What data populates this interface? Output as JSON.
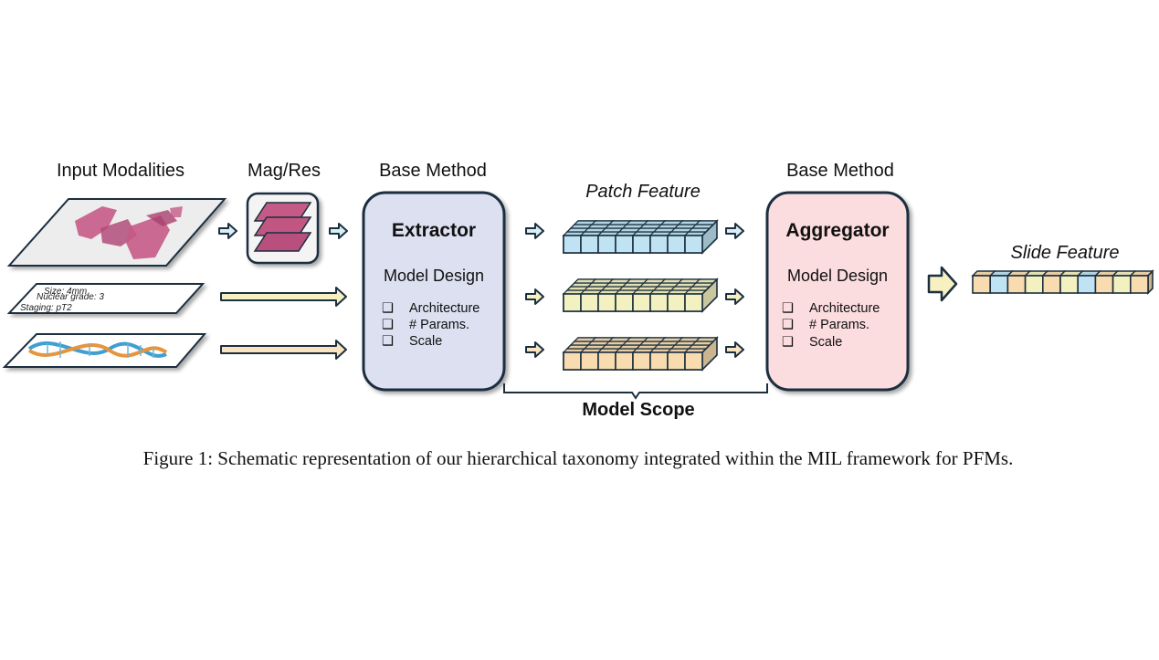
{
  "headers": {
    "input_modalities": "Input Modalities",
    "mag_res": "Mag/Res",
    "base_method_left": "Base Method",
    "base_method_right": "Base Method",
    "patch_feature": "Patch Feature",
    "slide_feature": "Slide Feature"
  },
  "metadata_card": {
    "line1": "Size: 4mm",
    "line2": "Nuclear grade: 3",
    "line3": "Staging: pT2"
  },
  "extractor": {
    "title": "Extractor",
    "design_label": "Model Design",
    "items": [
      "Architecture",
      "# Params.",
      "Scale"
    ],
    "checkbox": "❑"
  },
  "aggregator": {
    "title": "Aggregator",
    "design_label": "Model Design",
    "items": [
      "Architecture",
      "# Params.",
      "Scale"
    ],
    "checkbox": "❑"
  },
  "model_scope": "Model Scope",
  "caption": "Figure 1: Schematic representation of our hierarchical taxonomy integrated within the MIL framework for PFMs.",
  "colors": {
    "extractor_fill": "#dde0f0",
    "aggregator_fill": "#fbdcdf",
    "outline": "#1b2f3f",
    "patch_blue": "#bfe3f3",
    "patch_yellow": "#f4f1c0",
    "patch_orange": "#f8dcb0",
    "tissue_pink": "#c55a86",
    "arrow_fill": "#d9eef7",
    "arrow_fill_yellow": "#f7f0c0",
    "arrow_fill_orange": "#f9e3c0"
  },
  "slide_feature_colors": [
    "#f8dcb0",
    "#bfe3f3",
    "#f8dcb0",
    "#f4f1c0",
    "#f8dcb0",
    "#f4f1c0",
    "#bfe3f3",
    "#f8dcb0",
    "#f4f1c0",
    "#f8dcb0"
  ]
}
